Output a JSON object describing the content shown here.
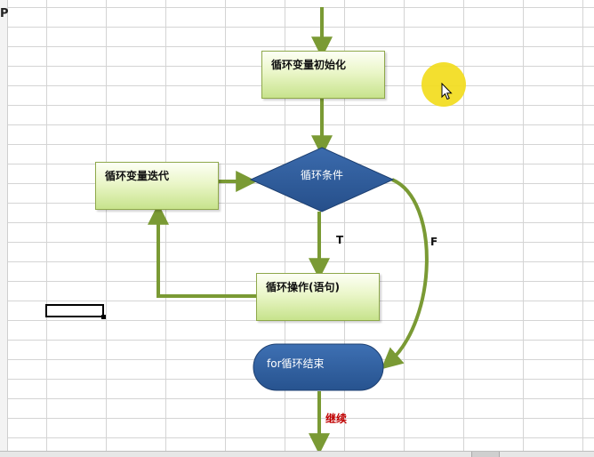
{
  "left_strip_glyph": "P",
  "flowchart": {
    "init_box": "循环变量初始化",
    "condition": "循环条件",
    "iteration_box": "循环变量迭代",
    "operation_box": "循环操作(语句)",
    "end_node": "for循环结束",
    "true_label": "T",
    "false_label": "F",
    "continue_label": "继续"
  },
  "colors": {
    "arrow": "#7a9a34",
    "diamond": "#2e5a97",
    "terminator": "#2f5c9c",
    "continue_text": "#c00000",
    "cursor_halo": "#f2dc1d"
  }
}
